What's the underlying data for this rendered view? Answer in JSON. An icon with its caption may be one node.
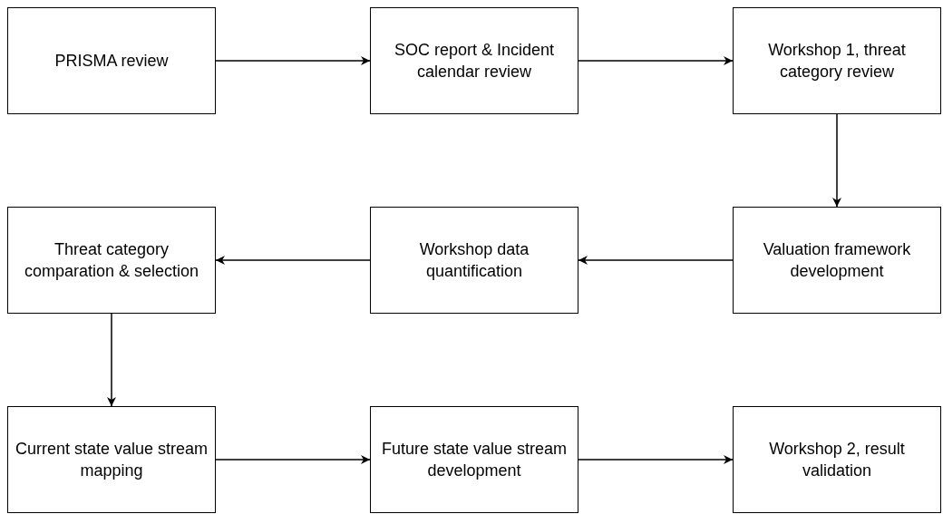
{
  "diagram": {
    "nodes": [
      {
        "text": [
          "PRISMA review"
        ]
      },
      {
        "text": [
          "SOC report & Incident calendar review"
        ]
      },
      {
        "text": [
          "Workshop 1, threat category review"
        ]
      },
      {
        "text": [
          "Valuation framework development"
        ]
      },
      {
        "text": [
          "Workshop data quantification"
        ]
      },
      {
        "text": [
          "Threat category comparation & selection"
        ]
      },
      {
        "text": [
          "Current state value stream mapping"
        ]
      },
      {
        "text": [
          "Future state value stream development"
        ]
      },
      {
        "text": [
          "Workshop 2, result validation"
        ]
      }
    ],
    "edges": [
      {
        "from": 0,
        "to": 1,
        "arrow": "to"
      },
      {
        "from": 1,
        "to": 2,
        "arrow": "to"
      },
      {
        "from": 2,
        "to": 3,
        "arrow": "to"
      },
      {
        "from": 3,
        "to": 4,
        "arrow": "to"
      },
      {
        "from": 4,
        "to": 5,
        "arrow": "to"
      },
      {
        "from": 5,
        "to": 6,
        "arrow": "to"
      },
      {
        "from": 6,
        "to": 7,
        "arrow": "to"
      },
      {
        "from": 7,
        "to": 8,
        "arrow": "to"
      }
    ]
  }
}
